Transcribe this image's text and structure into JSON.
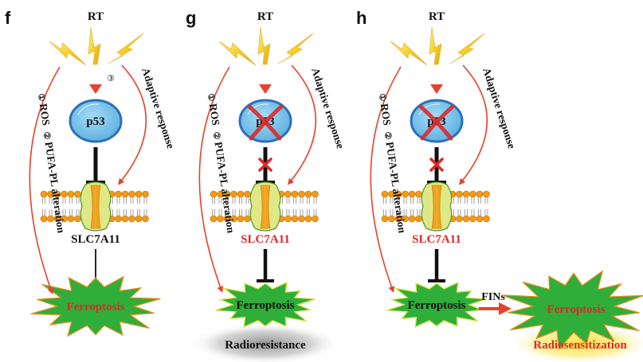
{
  "figure": {
    "panels": [
      {
        "id": "f",
        "letter": "f",
        "rt_label": "RT",
        "p53_label": "p53",
        "p53_blocked": false,
        "inhibition_blocked": false,
        "step3_label": "③",
        "left_curve": {
          "num1": "①",
          "text1": "ROS",
          "num2": "②",
          "text2": "PUFA-PL alteration"
        },
        "right_curve": {
          "text": "Adaptive response"
        },
        "slc_label": "SLC7A11",
        "slc_color": "#111111",
        "ferroptosis_label": "Ferroptosis",
        "ferroptosis_text_color": "#e02828",
        "ferroptosis_style": "large",
        "outcome": null
      },
      {
        "id": "g",
        "letter": "g",
        "rt_label": "RT",
        "p53_label": "p53",
        "p53_blocked": true,
        "inhibition_blocked": true,
        "left_curve": {
          "num1": "①",
          "text1": "ROS",
          "num2": "②",
          "text2": "PUFA-PL alteration"
        },
        "right_curve": {
          "text": "Adaptive response"
        },
        "slc_label": "SLC7A11",
        "slc_color": "#e02828",
        "ferroptosis_label": "Ferroptosis",
        "ferroptosis_text_color": "#111111",
        "ferroptosis_style": "small",
        "outcome": {
          "label": "Radioresistance",
          "color": "#111111",
          "glow": "#9a9a9a"
        }
      },
      {
        "id": "h",
        "letter": "h",
        "rt_label": "RT",
        "p53_label": "p53",
        "p53_blocked": true,
        "inhibition_blocked": true,
        "left_curve": {
          "num1": "①",
          "text1": "ROS",
          "num2": "②",
          "text2": "PUFA-PL alteration"
        },
        "right_curve": {
          "text": "Adaptive response"
        },
        "slc_label": "SLC7A11",
        "slc_color": "#e02828",
        "ferroptosis_label": "Ferroptosis",
        "ferroptosis_text_color": "#111111",
        "ferroptosis_style": "small",
        "fins_label": "FINs",
        "enhanced": {
          "ferroptosis_label": "Ferroptosis",
          "ferroptosis_text_color": "#e02828",
          "outcome_label": "Radiosensitization",
          "outcome_color": "#e02828",
          "glow": "#f5e23a"
        }
      }
    ],
    "colors": {
      "arrow_red": "#e8412c",
      "bolt_yellow": "#f2c21a",
      "p53_fill": "#79c3ea",
      "p53_stroke": "#2d6fb8",
      "star_green": "#2fae3a",
      "star_outline_orange": "#f08a1c",
      "star_outline_yellow": "#d9e64a",
      "lipid_head": "#f09a1a",
      "transporter_fill": "#dfe887",
      "transporter_core": "#f0a21e"
    }
  }
}
